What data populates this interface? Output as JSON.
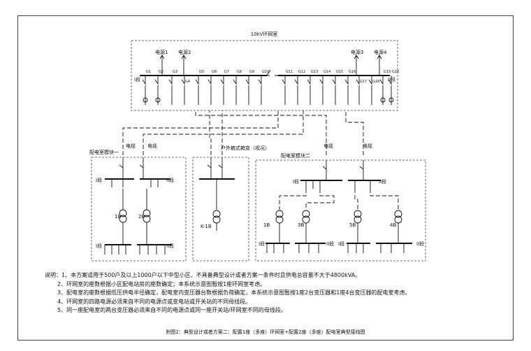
{
  "diagram": {
    "ring_room_title": "10kV环网室",
    "source1": "电源1",
    "source2": "电源2",
    "source3": "电源3",
    "source4": "电源4",
    "section1": "I段",
    "section2": "II段",
    "feeder_labels": [
      "G1",
      "G2",
      "G3",
      "G4",
      "G5",
      "G6",
      "G7",
      "G8",
      "G9",
      "G10",
      "G11",
      "G12",
      "G13",
      "G14",
      "G15",
      "G16",
      "G17",
      "G18",
      "G19",
      "G20"
    ],
    "cable": "电缆",
    "module1": "配电室模块一",
    "module2": "配电室模块二",
    "outdoor_box": "户外箱式箱变（视况）",
    "tr_1b": "1B",
    "tr_2b": "2B",
    "tr_3b": "3B",
    "tr_4b": "4B",
    "tr_5b": "5B",
    "tr_k1b": "K-1B"
  },
  "notes": {
    "lead": "说明：",
    "items": [
      "1、本方案适用于500户及以上1000户以下中型小区、不具备典型设计或者方案一条件时且供电总容量不大于4800kVA。",
      "2、环网室的座数根据小区配电站房的座数确定；本系统示意图暂按1座环网室考虑。",
      "3、配电室的座数根据低压供电半径确定，配电室内变压器台数根据负荷确定，本系统示意图暂按1座2台变压器和1座4台变压器的配电室考虑。",
      "4、环网室的四路电源必须来自不同的电源点或变电站或开关站的不同母线段。",
      "5、同一座配电室的两台变压器必须来自不同的电源点或同一座开关站/环网室不同的母线段。"
    ]
  },
  "caption": "附图2：典型设计或者方案二：配置1座（多座）环网室+配置2座（多座）配电室典型接线图"
}
